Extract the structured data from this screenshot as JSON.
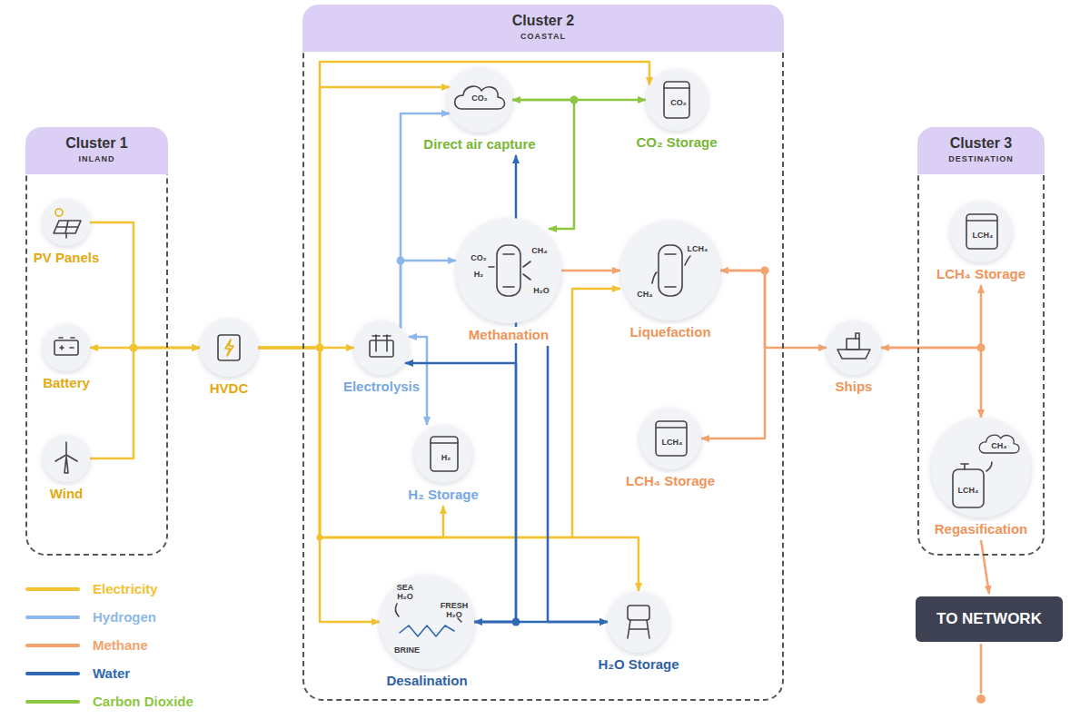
{
  "diagram": {
    "nodes": [
      {
        "text": [
          "Cluster 1",
          "INLAND"
        ]
      },
      {
        "text": [
          "PV Panels"
        ],
        "in": 0
      },
      {
        "text": [
          "Battery"
        ],
        "in": 0
      },
      {
        "text": [
          "Wind"
        ],
        "in": 0
      },
      {
        "text": [
          "HVDC"
        ]
      },
      {
        "text": [
          "Cluster 2",
          "COASTAL"
        ]
      },
      {
        "text": [
          "Direct air capture"
        ],
        "in": 5
      },
      {
        "text": [
          "CO₂ Storage"
        ],
        "in": 5
      },
      {
        "text": [
          "Methanation"
        ],
        "in": 5
      },
      {
        "text": [
          "Liquefaction"
        ],
        "in": 5
      },
      {
        "text": [
          "Electrolysis"
        ],
        "in": 5
      },
      {
        "text": [
          "H₂ Storage"
        ],
        "in": 5
      },
      {
        "text": [
          "LCH₄ Storage"
        ],
        "in": 5
      },
      {
        "text": [
          "Desalination"
        ],
        "in": 5
      },
      {
        "text": [
          "H₂O Storage"
        ],
        "in": 5
      },
      {
        "text": [
          "Ships"
        ]
      },
      {
        "text": [
          "Cluster 3",
          "DESTINATION"
        ]
      },
      {
        "text": [
          "LCH₄ Storage"
        ],
        "in": 16
      },
      {
        "text": [
          "Regasification"
        ],
        "in": 16
      },
      {
        "text": [
          "TO NETWORK"
        ]
      }
    ],
    "edges": [
      {
        "from": 1,
        "to": 4,
        "arrow": "to"
      },
      {
        "from": 2,
        "to": 4,
        "arrow": "both"
      },
      {
        "from": 3,
        "to": 4,
        "arrow": "to"
      },
      {
        "from": 4,
        "to": 10,
        "arrow": "to"
      },
      {
        "from": 4,
        "to": 6,
        "arrow": "to"
      },
      {
        "from": 4,
        "to": 7,
        "arrow": "to"
      },
      {
        "from": 4,
        "to": 11,
        "arrow": "to"
      },
      {
        "from": 4,
        "to": 9,
        "arrow": "to"
      },
      {
        "from": 4,
        "to": 13,
        "arrow": "to"
      },
      {
        "from": 4,
        "to": 14,
        "arrow": "to"
      },
      {
        "from": 10,
        "to": 8,
        "arrow": "to"
      },
      {
        "from": 10,
        "to": 6,
        "arrow": "to"
      },
      {
        "from": 10,
        "to": 11,
        "arrow": "both"
      },
      {
        "from": 6,
        "to": 8,
        "arrow": "to"
      },
      {
        "from": 6,
        "to": 7,
        "arrow": "both"
      },
      {
        "from": 8,
        "to": 9,
        "arrow": "to"
      },
      {
        "from": 9,
        "to": 15,
        "arrow": "to"
      },
      {
        "from": 9,
        "to": 12,
        "arrow": "both"
      },
      {
        "from": 15,
        "to": 18,
        "arrow": "to"
      },
      {
        "from": 15,
        "to": 17,
        "arrow": "both"
      },
      {
        "from": 18,
        "to": 19,
        "arrow": "to"
      },
      {
        "from": 13,
        "to": 10,
        "arrow": "to"
      },
      {
        "from": 13,
        "to": 6,
        "arrow": "to"
      },
      {
        "from": 8,
        "to": 14,
        "arrow": "to"
      },
      {
        "from": 13,
        "to": 14,
        "arrow": "both"
      }
    ],
    "labels": [
      "CO₂",
      "CO₂",
      "CO₂",
      "H₂",
      "CH₄",
      "H₂O",
      "CH₄",
      "LCH₄",
      "H₂",
      "LCH₄",
      "SEA H₂O",
      "BRINE",
      "FRESH H₂O",
      "LCH₄",
      "LCH₄",
      "CH₄"
    ],
    "legend": [
      {
        "text": "Electricity",
        "color": "#f2c230"
      },
      {
        "text": "Hydrogen",
        "color": "#8db7ea"
      },
      {
        "text": "Methane",
        "color": "#f4a36e"
      },
      {
        "text": "Water",
        "color": "#2f68b3"
      },
      {
        "text": "Carbon Dioxide",
        "color": "#8dc641"
      }
    ]
  }
}
